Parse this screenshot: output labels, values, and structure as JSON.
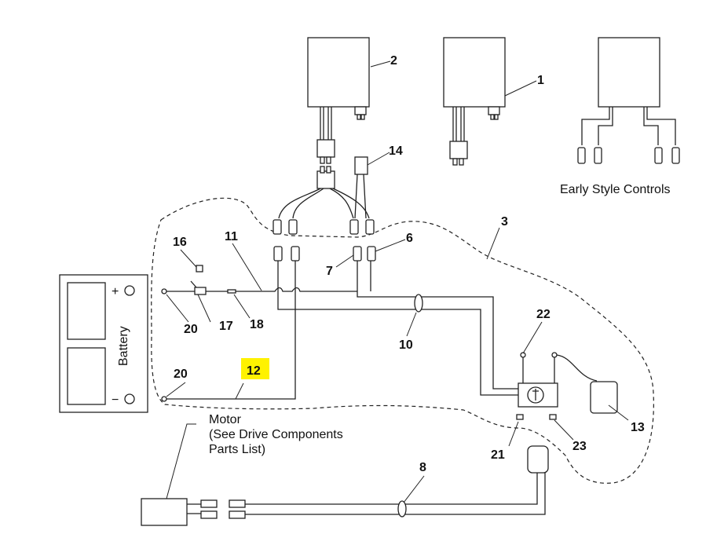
{
  "labels": {
    "n1": "1",
    "n2": "2",
    "n3": "3",
    "n6": "6",
    "n7": "7",
    "n8": "8",
    "n10": "10",
    "n11": "11",
    "n12": "12",
    "n13": "13",
    "n14": "14",
    "n16": "16",
    "n17": "17",
    "n18": "18",
    "n20a": "20",
    "n20b": "20",
    "n21": "21",
    "n22": "22",
    "n23": "23"
  },
  "text": {
    "early_style": "Early Style Controls",
    "battery": "Battery",
    "plus": "+",
    "minus": "−",
    "motor_line1": "Motor",
    "motor_line2": "(See Drive Components",
    "motor_line3": "Parts List)"
  },
  "highlight_color": "#fff200"
}
